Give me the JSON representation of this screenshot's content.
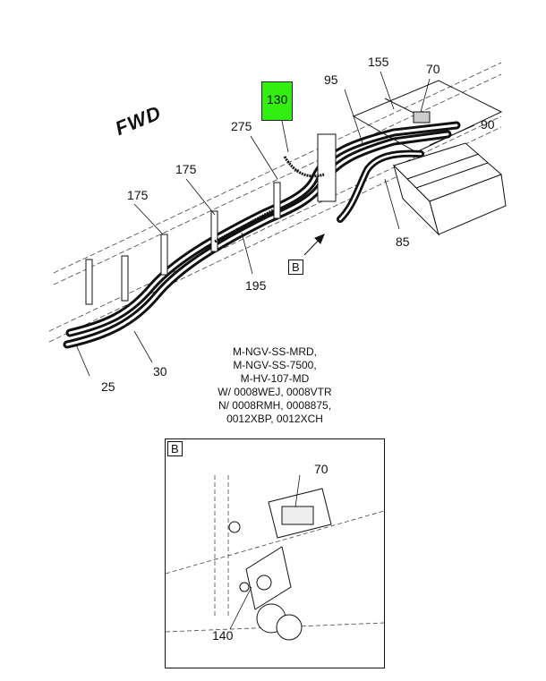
{
  "forward_indicator": "FWD",
  "callouts": {
    "c130": "130",
    "c155": "155",
    "c70": "70",
    "c95": "95",
    "c90": "90",
    "c275": "275",
    "c175a": "175",
    "c175b": "175",
    "c85": "85",
    "c195": "195",
    "c25": "25",
    "c30": "30"
  },
  "view_label": "B",
  "applicability_note": [
    "M-NGV-SS-MRD,",
    "M-NGV-SS-7500,",
    "M-HV-107-MD",
    "W/ 0008WEJ, 0008VTR",
    "N/ 0008RMH, 0008875,",
    "0012XBP, 0012XCH"
  ],
  "detail_view": {
    "label": "B",
    "callouts": {
      "c70": "70",
      "c140": "140"
    }
  },
  "colors": {
    "highlight": "#33ee11",
    "line": "#111111"
  }
}
